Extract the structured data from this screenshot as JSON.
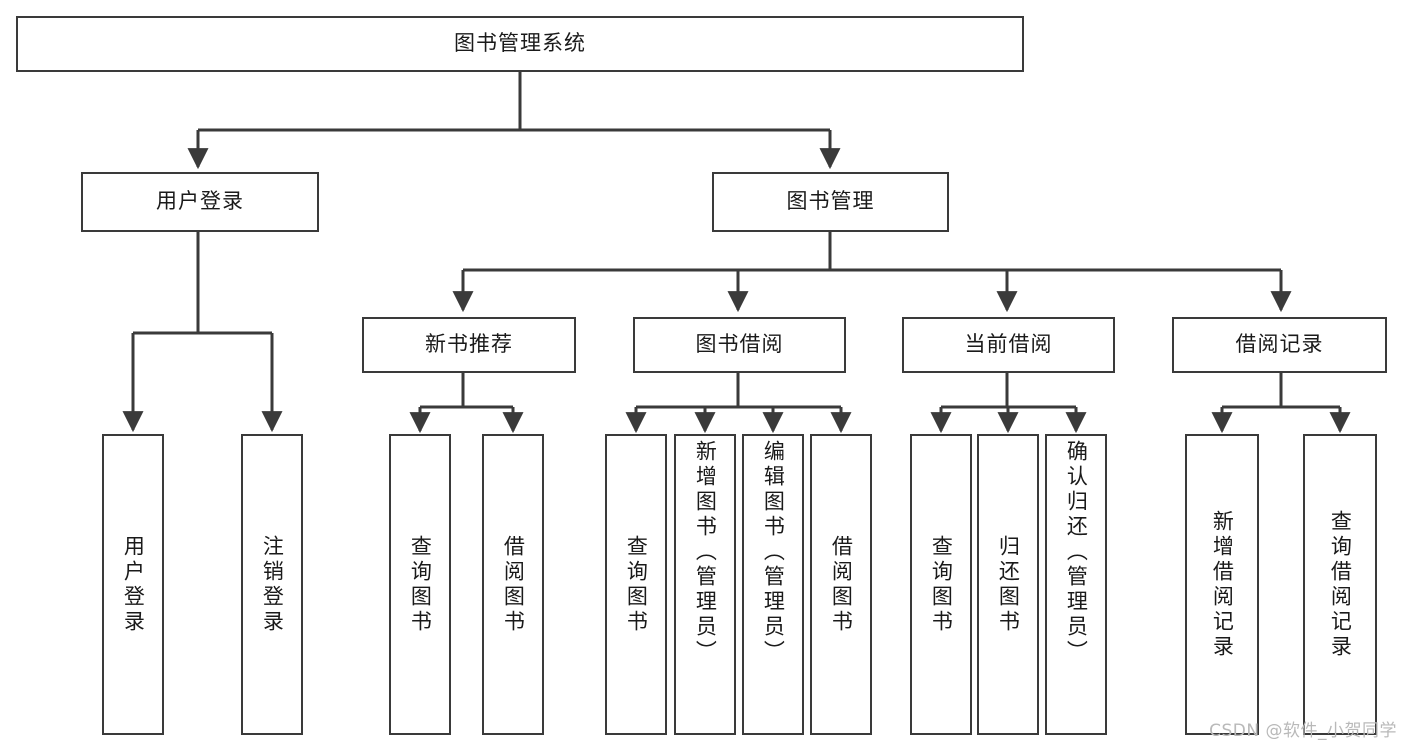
{
  "diagram": {
    "title": "图书管理系统",
    "type": "tree",
    "root": {
      "id": "root",
      "label": "图书管理系统",
      "orientation": "horizontal"
    },
    "level2": [
      {
        "id": "user-login",
        "label": "用户登录",
        "orientation": "horizontal"
      },
      {
        "id": "book-management",
        "label": "图书管理",
        "orientation": "horizontal"
      }
    ],
    "level3": [
      {
        "id": "new-book-recommend",
        "label": "新书推荐",
        "orientation": "horizontal",
        "parent": "book-management"
      },
      {
        "id": "book-borrow",
        "label": "图书借阅",
        "orientation": "horizontal",
        "parent": "book-management"
      },
      {
        "id": "current-borrow",
        "label": "当前借阅",
        "orientation": "horizontal",
        "parent": "book-management"
      },
      {
        "id": "borrow-record",
        "label": "借阅记录",
        "orientation": "horizontal",
        "parent": "book-management"
      }
    ],
    "leaves": [
      {
        "id": "leaf-user-login",
        "label": "用户登录",
        "orientation": "vertical",
        "parent": "user-login"
      },
      {
        "id": "leaf-logout",
        "label": "注销登录",
        "orientation": "vertical",
        "parent": "user-login"
      },
      {
        "id": "leaf-query-book-1",
        "label": "查询图书",
        "orientation": "vertical",
        "parent": "new-book-recommend"
      },
      {
        "id": "leaf-borrow-book-1",
        "label": "借阅图书",
        "orientation": "vertical",
        "parent": "new-book-recommend"
      },
      {
        "id": "leaf-query-book-2",
        "label": "查询图书",
        "orientation": "vertical",
        "parent": "book-borrow"
      },
      {
        "id": "leaf-add-book",
        "label": "新增图书（管理员）",
        "orientation": "vertical",
        "parent": "book-borrow"
      },
      {
        "id": "leaf-edit-book",
        "label": "编辑图书（管理员）",
        "orientation": "vertical",
        "parent": "book-borrow"
      },
      {
        "id": "leaf-borrow-book-2",
        "label": "借阅图书",
        "orientation": "vertical",
        "parent": "book-borrow"
      },
      {
        "id": "leaf-query-book-3",
        "label": "查询图书",
        "orientation": "vertical",
        "parent": "current-borrow"
      },
      {
        "id": "leaf-return-book",
        "label": "归还图书",
        "orientation": "vertical",
        "parent": "current-borrow"
      },
      {
        "id": "leaf-confirm-return",
        "label": "确认归还（管理员）",
        "orientation": "vertical",
        "parent": "current-borrow"
      },
      {
        "id": "leaf-add-record",
        "label": "新增借阅记录",
        "orientation": "vertical",
        "parent": "borrow-record"
      },
      {
        "id": "leaf-query-record",
        "label": "查询借阅记录",
        "orientation": "vertical",
        "parent": "borrow-record"
      }
    ],
    "colors": {
      "box_border": "#3a3a3a",
      "box_fill": "#ffffff",
      "connector": "#3a3a3a",
      "text": "#1a1a1a",
      "background": "#ffffff",
      "watermark": "#b9b9b9"
    }
  },
  "watermark": {
    "text": "CSDN @软件_小贺同学"
  }
}
